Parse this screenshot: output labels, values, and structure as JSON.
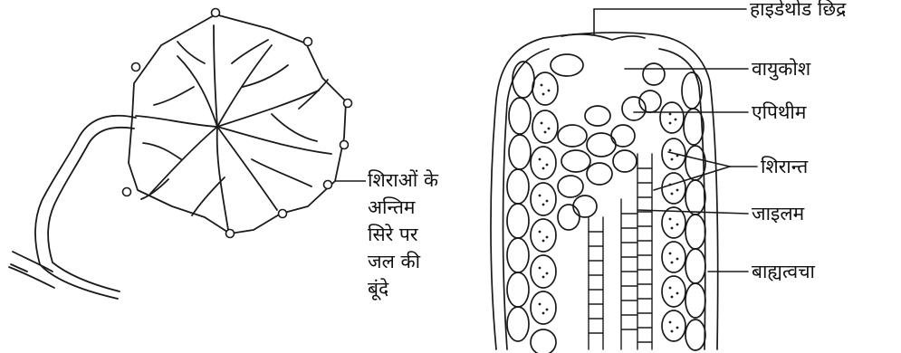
{
  "labels": {
    "hydathode_pore": "हाइडेथोड छिद्र",
    "air_space": "वायुकोश",
    "epithem": "एपिथीम",
    "vein_ending": "शिरान्त",
    "xylem": "जाइलम",
    "epidermis": "बाह्यत्वचा",
    "water_drops": [
      "शिराओं के",
      "अन्तिम",
      "सिरे पर",
      "जल की",
      "बूंदे"
    ]
  }
}
